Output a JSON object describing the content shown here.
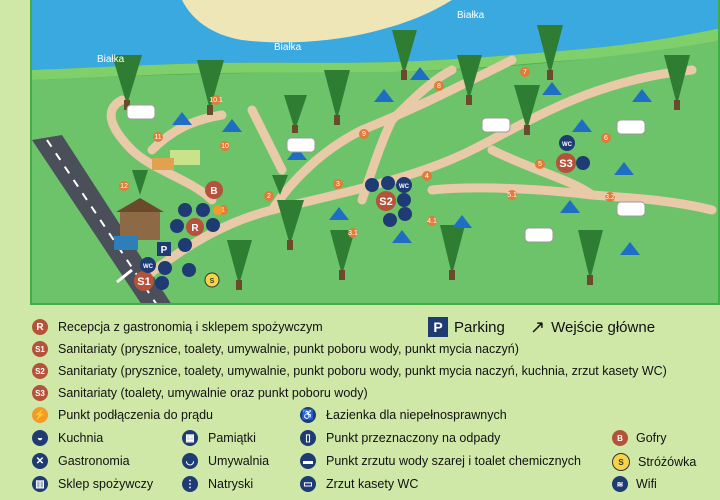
{
  "map": {
    "river_labels": [
      "Białka",
      "Białka",
      "Białka"
    ],
    "zone_numbers": [
      "1",
      "2",
      "3",
      "4",
      "4.1",
      "5",
      "5.1",
      "6",
      "7",
      "8",
      "9",
      "10",
      "10.1",
      "11",
      "12",
      "3.1",
      "3.2"
    ],
    "markers": {
      "s1": "S1",
      "s2": "S2",
      "s3": "S3",
      "r": "R",
      "b": "B",
      "p": "P",
      "wc": "WC",
      "s": "S"
    }
  },
  "legend": {
    "reception": "Recepcja z gastronomią i sklepem spożywczym",
    "parking": "Parking",
    "main_entrance": "Wejście główne",
    "sanit1": "Sanitariaty (prysznice, toalety, umywalnie, punkt poboru wody, punkt mycia naczyń)",
    "sanit2": "Sanitariaty (prysznice, toalety, umywalnie, punkt poboru wody, punkt mycia naczyń, kuchnia, zrzut kasety WC)",
    "sanit3": "Sanitariaty (toalety, umywalnie oraz punkt poboru wody)",
    "power": "Punkt podłączenia do prądu",
    "disabled_bath": "Łazienka dla niepełnosprawnych",
    "kitchen": "Kuchnia",
    "souvenirs": "Pamiątki",
    "waste": "Punkt przeznaczony na odpady",
    "waffles": "Gofry",
    "gastronomy": "Gastronomia",
    "washrooms": "Umywalnia",
    "grey_water": "Punkt zrzutu wody szarej i toalet chemicznych",
    "guard": "Stróżówka",
    "grocery": "Sklep spożywczy",
    "showers": "Natryski",
    "wc_cassette": "Zrzut kasety WC",
    "wifi": "Wifi",
    "icon_letters": {
      "r": "R",
      "s1": "S1",
      "s2": "S2",
      "s3": "S3",
      "p": "P",
      "b": "B",
      "s": "S"
    }
  }
}
